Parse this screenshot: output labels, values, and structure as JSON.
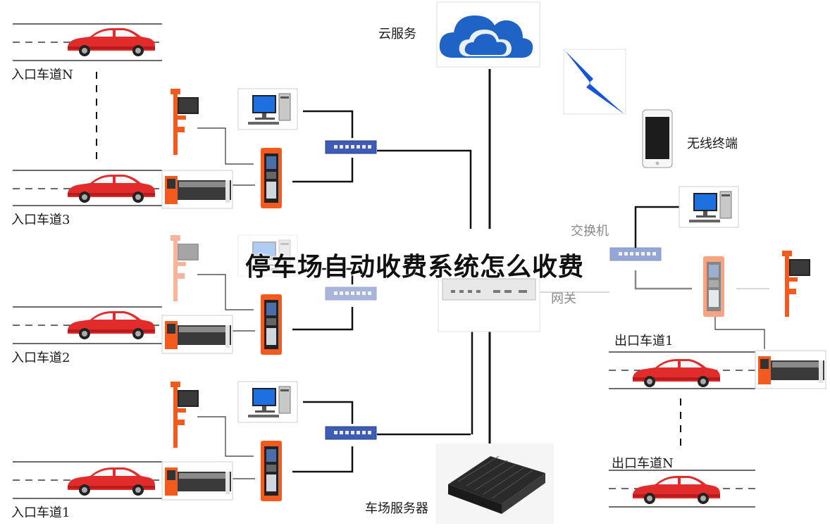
{
  "labels": {
    "cloud_service": "云服务",
    "wireless_terminal": "无线终端",
    "switch": "交换机",
    "gateway": "网关",
    "parking_server": "车场服务器",
    "entrance_lane_n": "入口车道N",
    "entrance_lane_3": "入口车道3",
    "entrance_lane_2": "入口车道2",
    "entrance_lane_1": "入口车道1",
    "exit_lane_1": "出口车道1",
    "exit_lane_n": "出口车道N"
  },
  "overlay_title": "停车场自动收费系统怎么收费",
  "colors": {
    "car": "#e22b2b",
    "kiosk": "#f25a1e",
    "cloud": "#1f63c6",
    "lightning": "#1555d8",
    "switch": "#3d5cb8",
    "monitor": "#1e6fe0"
  }
}
